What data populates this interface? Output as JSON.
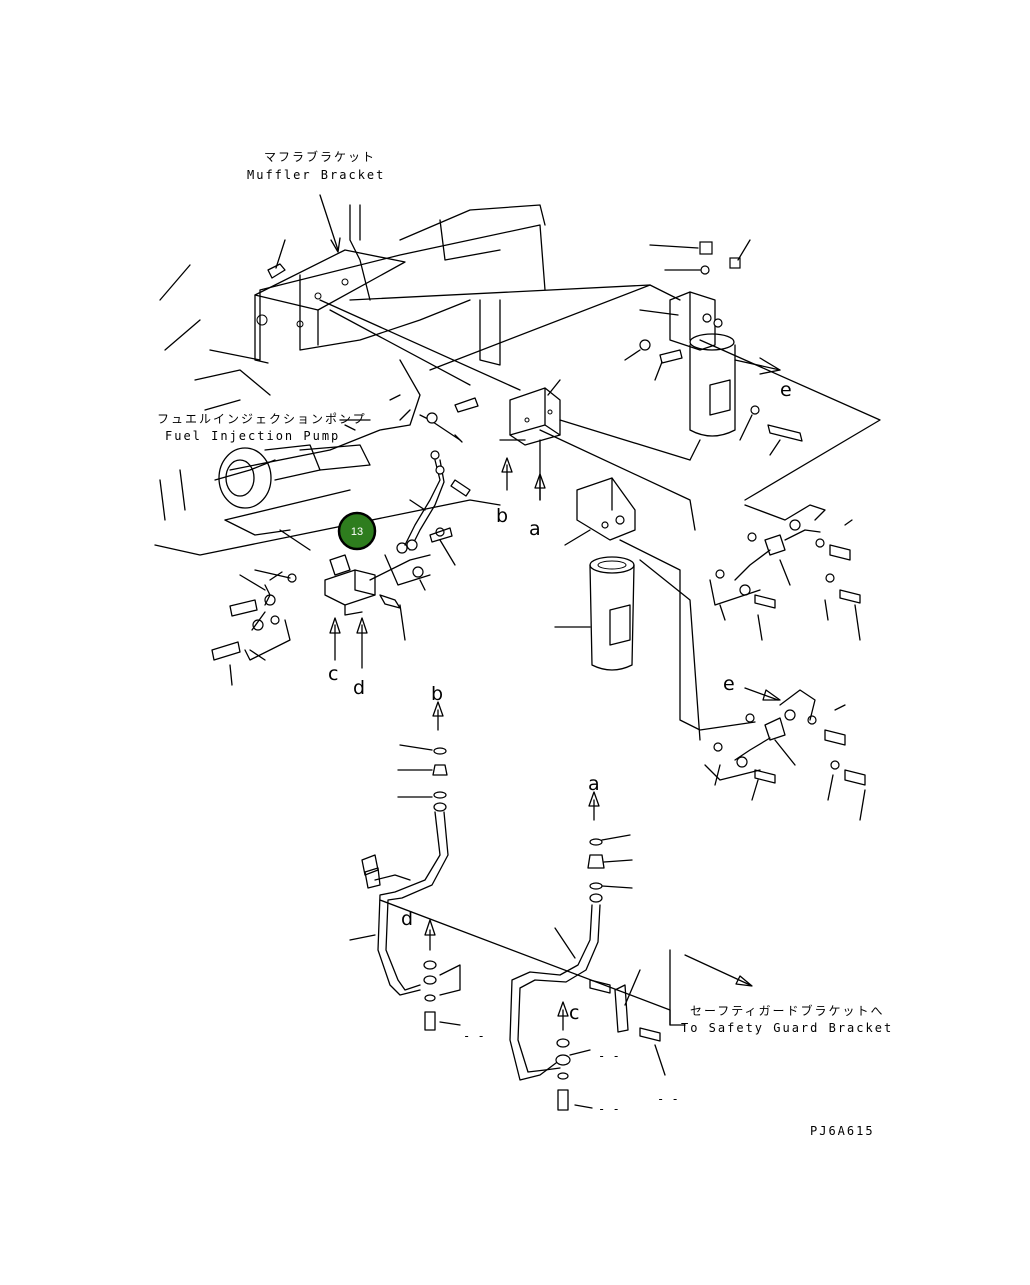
{
  "callouts": {
    "muffler_ja": "マフラブラケット",
    "muffler_en": "Muffler Bracket",
    "fip_ja": "フュエルインジェクションポンプ",
    "fip_en": "Fuel Injection Pump",
    "guard_ja": "セーフティガードブラケットへ",
    "guard_en": "To Safety Guard Bracket"
  },
  "letters": {
    "a": "a",
    "b": "b",
    "c": "c",
    "d": "d",
    "e": "e"
  },
  "badge": {
    "number": "13",
    "color": "#2e7d1e"
  },
  "dashes": "- -",
  "drawing_code": "PJ6A615"
}
